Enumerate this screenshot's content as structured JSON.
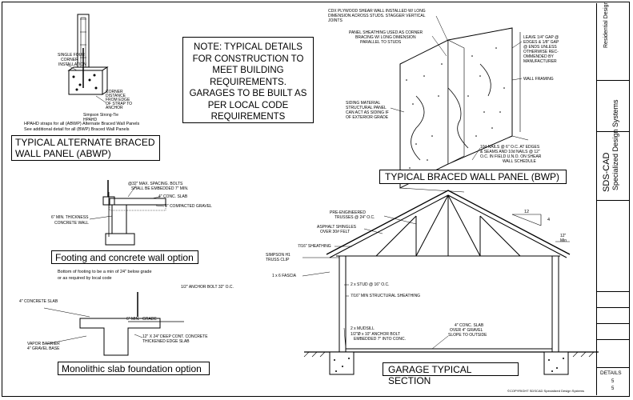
{
  "note": {
    "lines": [
      "NOTE: TYPICAL DETAILS",
      "FOR CONSTRUCTION TO",
      "MEET BUILDING",
      "REQUIREMENTS.",
      "GARAGES TO BE BUILT AS",
      "PER LOCAL CODE",
      "REQUIREMENTS"
    ]
  },
  "abwp": {
    "title_lines": [
      "TYPICAL ALTERNATE BRACED",
      "WALL PANEL (ABWP)"
    ],
    "label_single": "SINGLE FOUR",
    "label_corner": "CORNER",
    "label_install": "INSTALLATION",
    "label_corner2": "CORNER",
    "label_distance": "DISTANCE",
    "label_fromedge": "FROM EDGE",
    "label_ofstrap": "OF STRAP TO",
    "label_anchor": "ANCHOR",
    "label_simpson": "Simpson Strong-Tie",
    "label_hpahd": "HPAHD",
    "caption1": "HPAHD straps for all (ABWP) Alternate Braced Wall Panels",
    "caption2": "See additional detail for all (BWP) Braced Wall Panels"
  },
  "bwp": {
    "title": "TYPICAL BRACED WALL PANEL (BWP)",
    "label_cdx1": "CDX PLYWOOD SHEAR WALL INSTALLED W/ LONG",
    "label_cdx2": "DIMENSION ACROSS STUDS. STAGGER VERTICAL",
    "label_cdx3": "JOINTS",
    "label_ps1": "PANEL SHEATHING USED AS CORNER",
    "label_ps2": "BRACING W/ LONG DIMENSION",
    "label_ps3": "PARALLEL TO STUDS",
    "label_leave1": "LEAVE 1/4\" GAP @",
    "label_leave2": "EDGES & 1/8\" GAP",
    "label_leave3": "@ ENDS UNLESS",
    "label_leave4": "OTHERWISE REC-",
    "label_leave5": "OMMENDED BY",
    "label_leave6": "MANUFACTURER",
    "label_framing": "WALL FRAMING",
    "label_siding1": "SIDING MATERIAL",
    "label_siding2": "STRUCTURAL PANEL",
    "label_siding3": "CAN ACT AS SIDING IF",
    "label_siding4": "OF EXTERIOR GRADE",
    "label_nails1": "10d NAILS @ 6\" O.C. AT EDGES",
    "label_nails2": "& SEAMS AND 10d NAILS @ 12\"",
    "label_nails3": "O.C. IN FIELD U.N.O. ON SHEAR",
    "label_nails4": "WALL SCHEDULE"
  },
  "footing": {
    "title": "Footing and concrete wall option",
    "label_bolts1": "@32\" MAX. SPACING. BOLTS",
    "label_bolts2": "SHALL BE EMBEDDED 7\" MIN.",
    "label_slab": "4\" CONC. SLAB",
    "label_gravel": "4\" COMPACTED GRAVEL",
    "label_wall1": "6\" MIN. THICKNESS",
    "label_wall2": "CONCRETE WALL",
    "note1": "Bottom of footing to be a min of 24\" below grade",
    "note2": "or as required by local code"
  },
  "mono": {
    "title": "Monolithic slab foundation option",
    "label_anchor": "1/2\" ANCHOR BOLT 32\" O.C.",
    "label_slab": "4\" CONCRETE SLAB",
    "label_grade": "GRADE",
    "label_min": "6\" MIN.",
    "label_deep1": "12\" X 24\" DEEP CONT. CONCRETE",
    "label_deep2": "THICKENED EDGE SLAB",
    "label_vapor1": "VAPOR BARRIER",
    "label_vapor2": "4\" GRAVEL BASE"
  },
  "garage": {
    "title": "GARAGE TYPICAL SECTION",
    "label_truss1": "PRE-ENGINEERED",
    "label_truss2": "TRUSSES @ 24\" O.C.",
    "label_shingle1": "ASPHALT SHINGLES",
    "label_shingle2": "OVER 30# FELT",
    "label_sheath": "7/16\" SHEATHING",
    "label_clip1": "SIMPSON H1",
    "label_clip2": "TRUSS CLIP",
    "label_fascia": "1 x 6 FASCIA",
    "label_stud": "2 x STUD @ 16\" O.C.",
    "label_structural": "7/16\" MIN STRUCTURAL SHEATHING",
    "label_mudsill": "2 x  MUDSILL",
    "label_bolt1": "1/2\"Ø x 10\" ANCHOR BOLT",
    "label_bolt2": "EMBEDDED 7\" INTO CONC.",
    "label_conc1": "4\" CONC. SLAB",
    "label_conc2": "OVER 4\" GRAVEL",
    "label_conc3": "SLOPE TO OUTSIDE",
    "pitch_run": "12",
    "pitch_rise": "4",
    "overhang": "12\"",
    "overhang_min": "Min"
  },
  "copyright": "©COPYRIGHT SDSCAD Specialized Design Systems",
  "titleblock": {
    "residential": "Residential Design",
    "company1": "SDS-CAD",
    "company2": "Specialized Design Systems",
    "details": "DETAILS",
    "sheet": "5",
    "of": "5"
  }
}
